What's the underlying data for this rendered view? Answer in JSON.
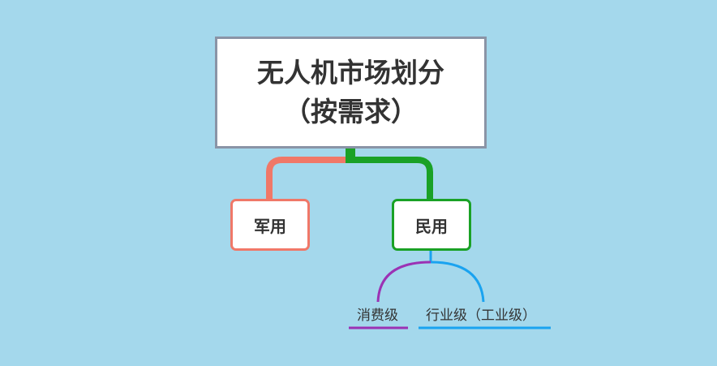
{
  "root": {
    "title_line1": "无人机市场划分",
    "title_line2": "（按需求）"
  },
  "branches": [
    {
      "label": "军用",
      "color": "#f07868"
    },
    {
      "label": "民用",
      "color": "#1aa126"
    }
  ],
  "subbranches": [
    {
      "label": "消费级",
      "color": "#9b32b4"
    },
    {
      "label": "行业级（工业级）",
      "color": "#1aa3f0"
    }
  ],
  "colors": {
    "background": "#a4d8ec",
    "root_border": "#8a94a6",
    "text": "#333333"
  }
}
